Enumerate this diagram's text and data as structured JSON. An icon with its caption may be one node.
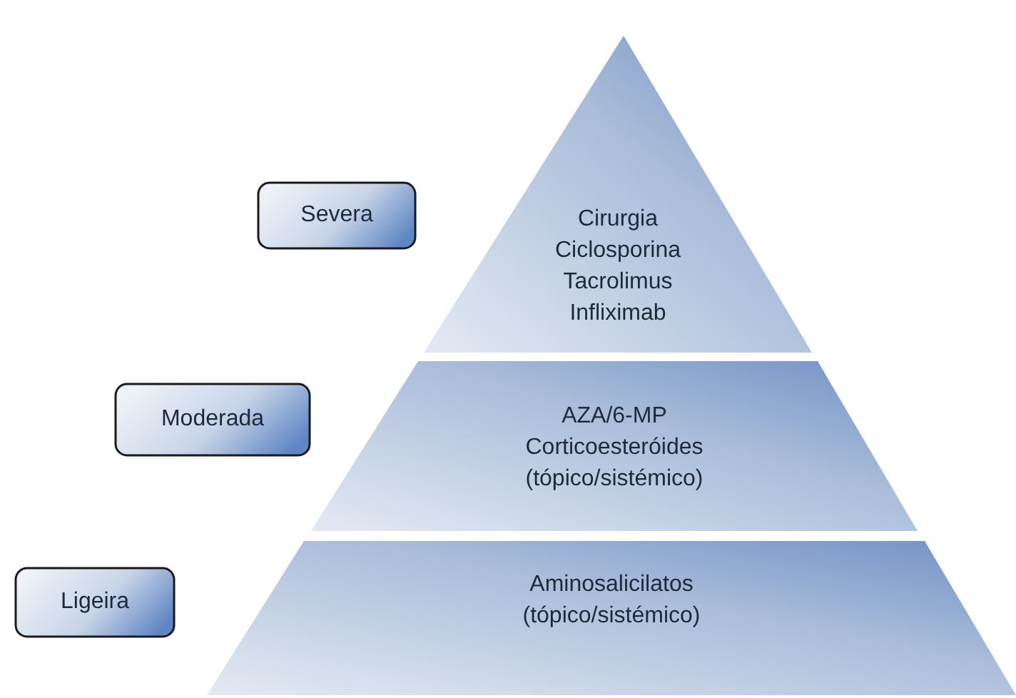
{
  "diagram": {
    "nodes": [
      {
        "text": [
          "Severa"
        ]
      },
      {
        "text": [
          "Cirurgia",
          "Ciclosporina",
          "Tacrolimus",
          "Infliximab"
        ]
      },
      {
        "text": [
          "Moderada"
        ]
      },
      {
        "text": [
          "AZA/6-MP",
          "Corticoesteróides (tópico/sistémico)"
        ]
      },
      {
        "text": [
          "Ligeira"
        ]
      },
      {
        "text": [
          "Aminosalicilatos (tópico/sistémico)"
        ]
      }
    ],
    "edges": []
  }
}
